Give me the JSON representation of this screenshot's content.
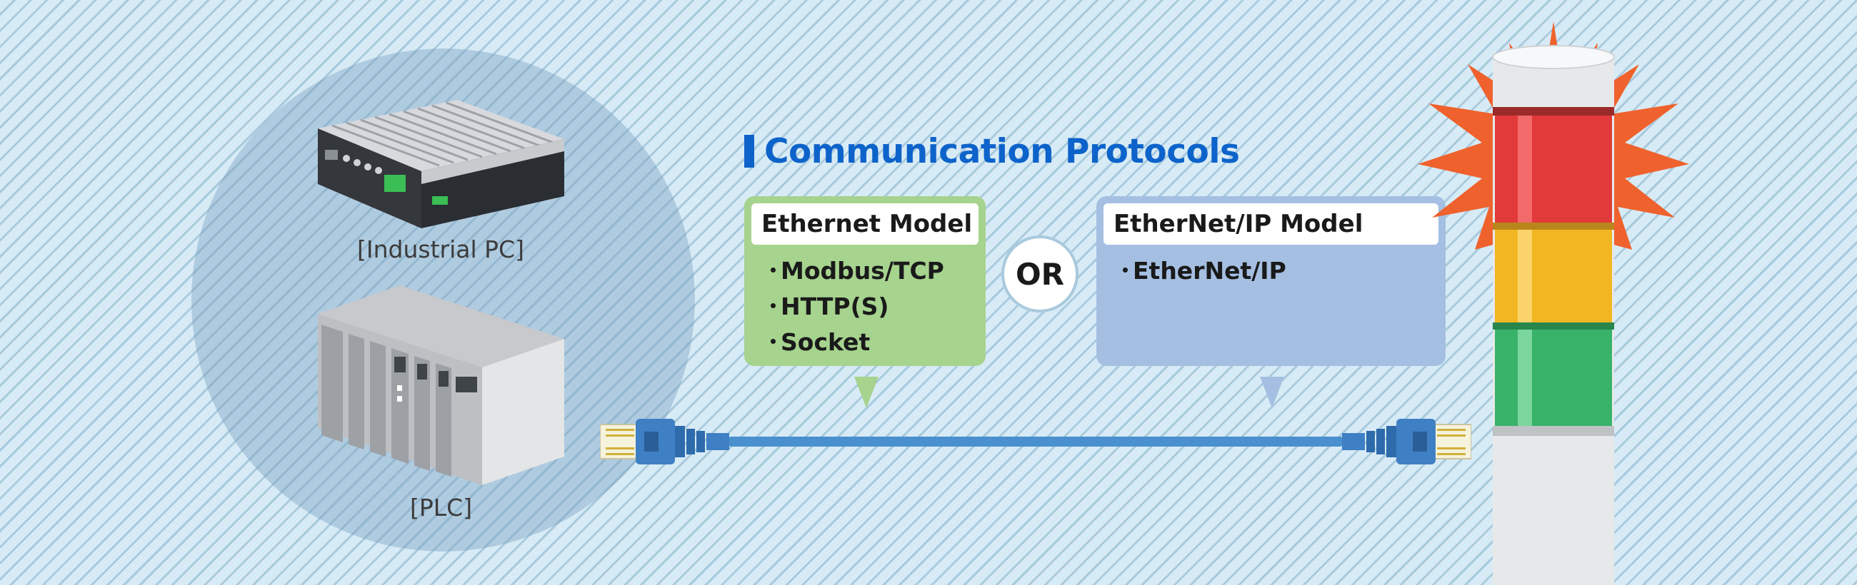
{
  "title": "Communication Protocols",
  "devices": {
    "industrial_pc_label": "[Industrial PC]",
    "plc_label": "[PLC]"
  },
  "connector_text": "OR",
  "models": [
    {
      "name": "Ethernet Model",
      "protocols": [
        "Modbus/TCP",
        "HTTP(S)",
        "Socket"
      ],
      "color": "#a6d38e"
    },
    {
      "name": "EtherNet/IP Model",
      "protocols": [
        "EtherNet/IP"
      ],
      "color": "#a4bfe2"
    }
  ],
  "colors": {
    "title": "#0d63c9",
    "cable": "#4a90cf",
    "tower_red": "#e23a3a",
    "tower_yellow": "#f2b623",
    "tower_green": "#39b36a",
    "burst": "#f0622d"
  }
}
